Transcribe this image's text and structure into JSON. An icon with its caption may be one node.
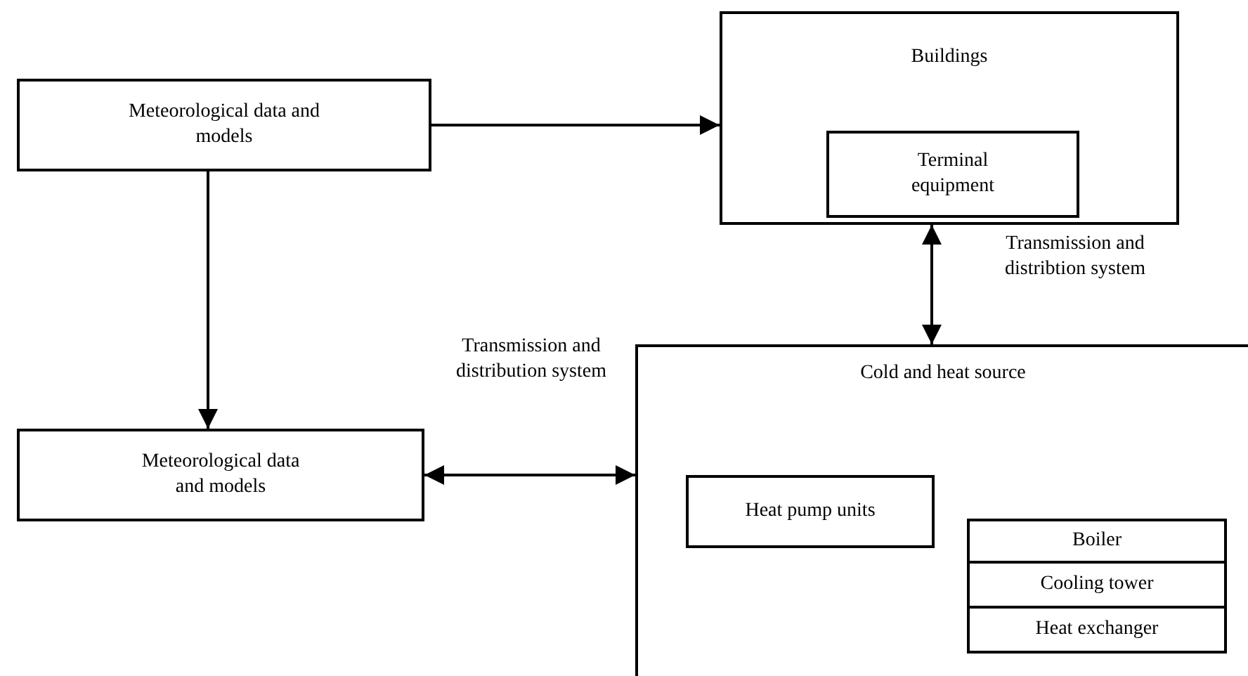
{
  "diagram": {
    "nodes": [
      {
        "text": [
          "Meteorological data and models"
        ]
      },
      {
        "text": [
          "Buildings"
        ]
      },
      {
        "text": [
          "Terminal equipment"
        ],
        "in": 1
      },
      {
        "text": [
          "Meteorological data and models"
        ]
      },
      {
        "text": [
          "Cold and heat source"
        ]
      },
      {
        "text": [
          "Heat pump units"
        ],
        "in": 4
      },
      {
        "text": [
          "Boiler"
        ],
        "in": 4
      },
      {
        "text": [
          "Cooling tower"
        ],
        "in": 4
      },
      {
        "text": [
          "Heat exchanger"
        ],
        "in": 4
      }
    ],
    "edges": [
      {
        "from": 0,
        "to": 1,
        "arrow": "to"
      },
      {
        "from": 0,
        "to": 3,
        "arrow": "to"
      },
      {
        "from": 3,
        "to": 4,
        "arrow": "both",
        "label": "Transmission and distribution system"
      },
      {
        "from": 1,
        "to": 4,
        "arrow": "both",
        "label": "Transmission and distribtion system"
      }
    ]
  }
}
